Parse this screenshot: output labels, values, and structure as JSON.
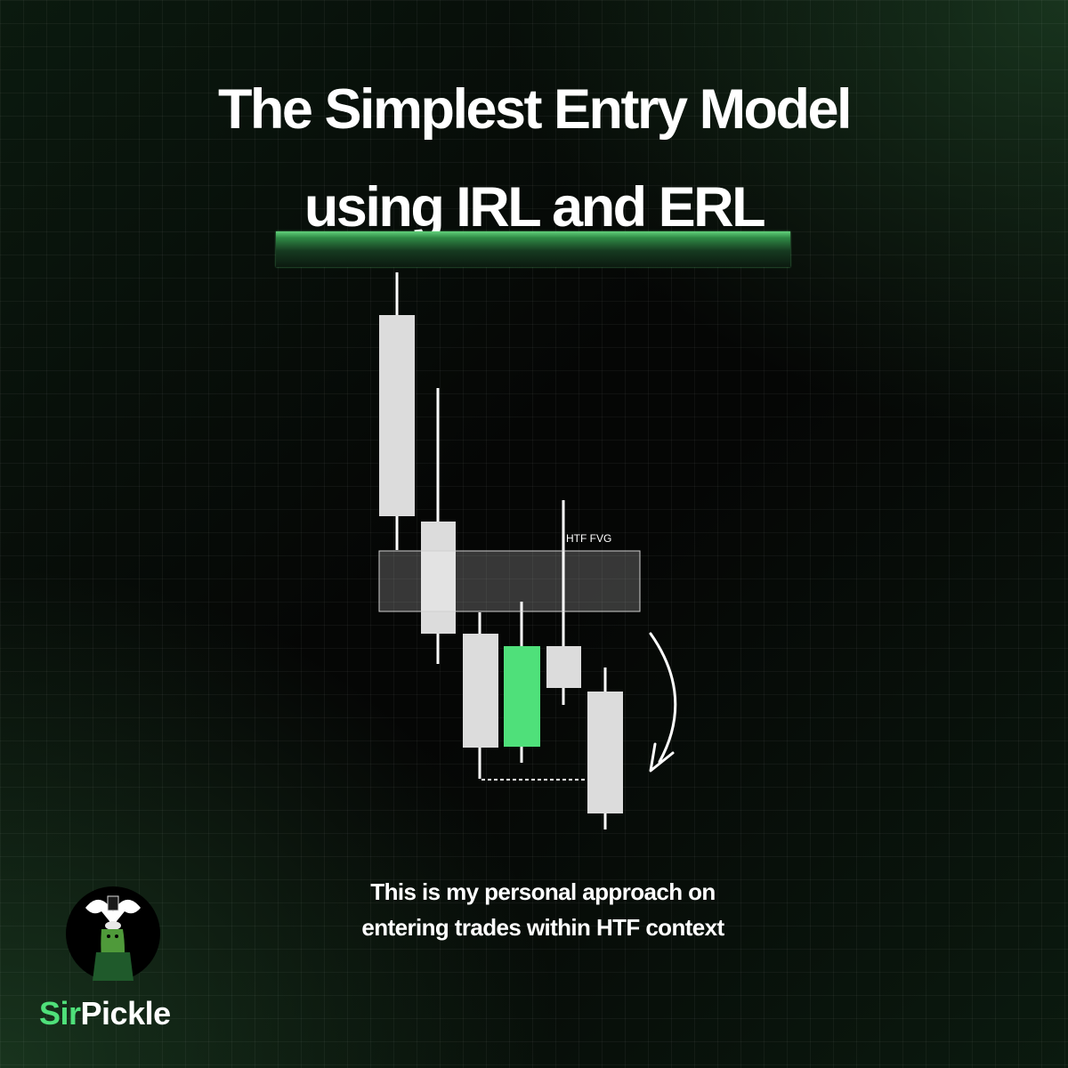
{
  "title": {
    "line1": "The Simplest Entry Model",
    "line2": "using IRL and ERL"
  },
  "diagram": {
    "zone_label": "HTF FVG",
    "candles": [
      {
        "color": "white",
        "direction": "bearish"
      },
      {
        "color": "white",
        "direction": "bearish"
      },
      {
        "color": "white",
        "direction": "bearish"
      },
      {
        "color": "green",
        "direction": "bullish"
      },
      {
        "color": "white",
        "direction": "bearish"
      },
      {
        "color": "white",
        "direction": "bearish"
      }
    ]
  },
  "subtitle": {
    "line1": "This is my personal approach on",
    "line2": "entering trades within HTF context"
  },
  "brand": {
    "first": "Sir",
    "second": "Pickle"
  },
  "colors": {
    "accent": "#4fe07a",
    "candle_white": "#dcdcdc",
    "candle_green": "#4fe07a"
  }
}
